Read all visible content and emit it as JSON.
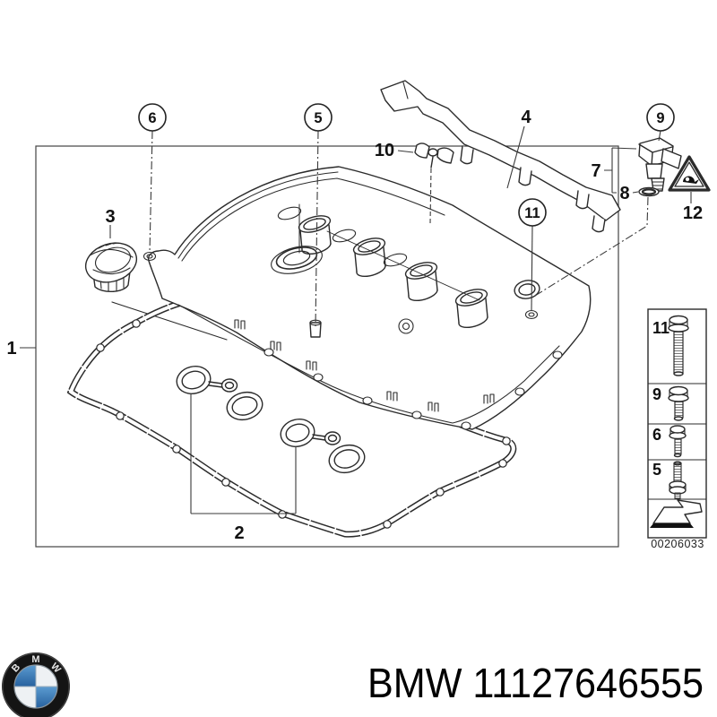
{
  "diagram": {
    "circled_callouts": [
      {
        "label": "6"
      },
      {
        "label": "5"
      },
      {
        "label": "9"
      },
      {
        "label": "11"
      }
    ],
    "plain_callouts": [
      {
        "label": "1"
      },
      {
        "label": "2"
      },
      {
        "label": "3"
      },
      {
        "label": "4"
      },
      {
        "label": "7"
      },
      {
        "label": "8"
      },
      {
        "label": "10"
      },
      {
        "label": "12"
      }
    ]
  },
  "legend": {
    "rows": [
      {
        "label": "11",
        "icon": "bolt-long-icon"
      },
      {
        "label": "9",
        "icon": "bolt-medium-icon"
      },
      {
        "label": "6",
        "icon": "bolt-small-icon"
      },
      {
        "label": "5",
        "icon": "stud-with-nut-icon"
      }
    ],
    "arrow_icon": "direction-arrow-icon",
    "image_code": "00206033"
  },
  "footer": {
    "part_number_text": "BMW 11127646555",
    "logo_letters": [
      "B",
      "M",
      "W"
    ]
  },
  "colors": {
    "line": "#2b2b2b",
    "background": "#ffffff",
    "logo_blue": "#2f6fad",
    "text": "#000000"
  }
}
